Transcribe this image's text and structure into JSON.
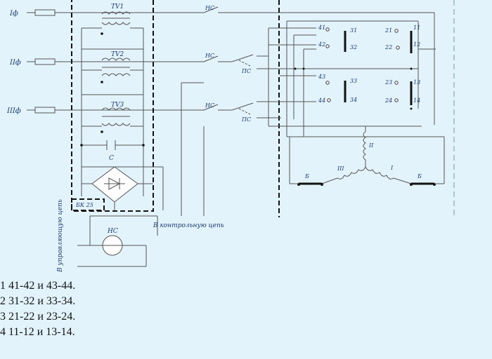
{
  "phases": [
    "Iф",
    "IIф",
    "IIIф"
  ],
  "transformers": [
    "TV1",
    "TV2",
    "TV3"
  ],
  "capacitor": "C",
  "block": "БК 25",
  "contactor": "НС",
  "switch": "ПС",
  "motor_windings": [
    "I",
    "II",
    "III"
  ],
  "brakes": [
    "Б",
    "Б"
  ],
  "contacts_left": [
    {
      "top": "41",
      "bottom": "42",
      "a": "31",
      "b": "32"
    },
    {
      "top": "43",
      "bottom": "44",
      "a": "33",
      "b": "34"
    }
  ],
  "contacts_right": [
    {
      "a": "21",
      "b": "22",
      "c": "11",
      "d": "12"
    },
    {
      "a": "23",
      "b": "24",
      "c": "13",
      "d": "14"
    }
  ],
  "control_chain_label": "В контрольную цепь",
  "control_circuit_label": "В управляющую цепь",
  "legend": [
    "1 41-42 и 43-44.",
    "2 31-32 и 33-34.",
    "3 21-22 и 23-24.",
    "4 11-12 и 13-14."
  ]
}
